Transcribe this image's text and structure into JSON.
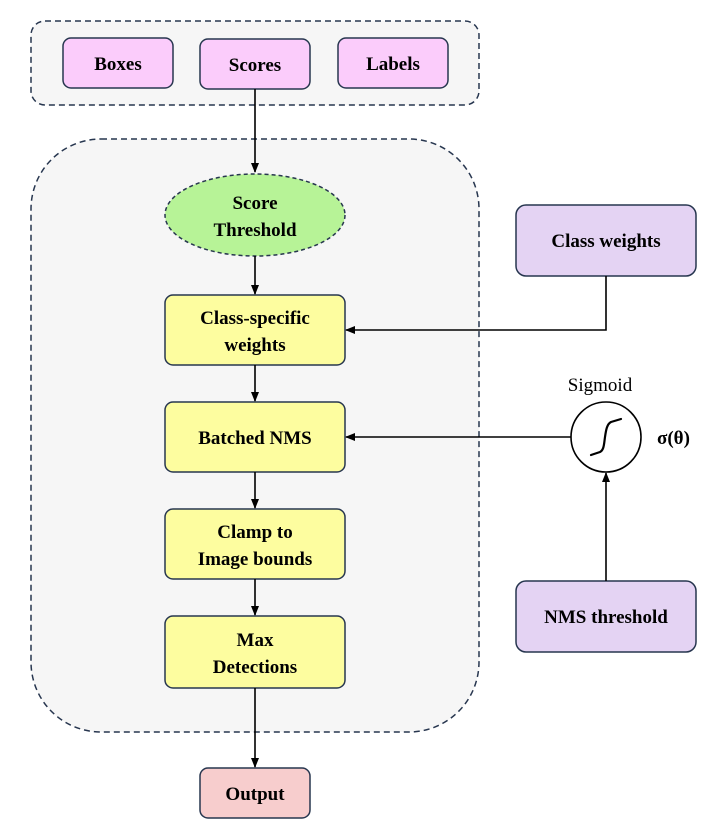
{
  "colors": {
    "input_box_fill": "#fbccfb",
    "process_box_fill": "#fdfd9f",
    "threshold_fill": "#b7f397",
    "weight_box_fill": "#e4d3f3",
    "output_fill": "#f7cdcd",
    "group_fill": "#f6f6f6",
    "border": "#27364f"
  },
  "inputs": {
    "boxes": "Boxes",
    "scores": "Scores",
    "labels": "Labels"
  },
  "pipeline": {
    "score_threshold": [
      "Score",
      "Threshold"
    ],
    "class_specific_weights": [
      "Class-specific",
      "weights"
    ],
    "batched_nms": "Batched NMS",
    "clamp": [
      "Clamp to",
      "Image bounds"
    ],
    "max_detections": [
      "Max",
      "Detections"
    ]
  },
  "side": {
    "class_weights": "Class weights",
    "sigmoid_label": "Sigmoid",
    "sigmoid_symbol": "σ(θ)",
    "sigmoid_icon": "sigmoid-curve-icon",
    "nms_threshold": "NMS threshold"
  },
  "output": "Output"
}
